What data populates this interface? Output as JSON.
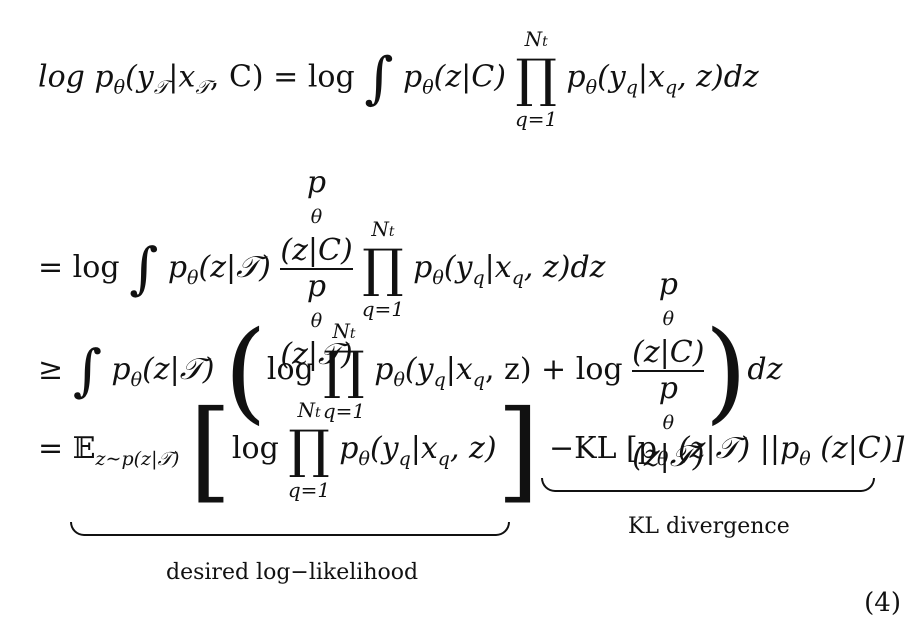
{
  "equation": {
    "number": "(4)",
    "lines": [
      {
        "lhs": "log p",
        "lhs_sub": "θ",
        "lhs_args": "(y",
        "lhs_args_sub": "𝒯",
        "lhs_mid": "|x",
        "lhs_mid_sub": "𝒯",
        "lhs_end": ", C) = log",
        "integral": "∫",
        "t1": "p",
        "t1_sub": "θ",
        "t1_args": "(z|C)",
        "prod": "∏",
        "prod_top": "N",
        "prod_top_sub": "t",
        "prod_bot": "q=1",
        "t2": "p",
        "t2_sub": "θ",
        "t2_a": "(y",
        "t2_a_sub": "q",
        "t2_b": "|x",
        "t2_b_sub": "q",
        "t2_c": ", z)dz"
      },
      {
        "start": "= log",
        "integral": "∫",
        "t1": "p",
        "t1_sub": "θ",
        "t1_args": "(z|𝒯)",
        "frac_num": "p",
        "frac_num_sub": "θ",
        "frac_num_args": "(z|C)",
        "frac_den": "p",
        "frac_den_sub": "θ",
        "frac_den_args": "(z|𝒯)",
        "prod": "∏",
        "prod_top": "N",
        "prod_top_sub": "t",
        "prod_bot": "q=1",
        "t2": "p",
        "t2_sub": "θ",
        "t2_a": "(y",
        "t2_a_sub": "q",
        "t2_b": "|x",
        "t2_b_sub": "q",
        "t2_c": ", z)dz"
      },
      {
        "start": "≥",
        "integral": "∫",
        "t1": "p",
        "t1_sub": "θ",
        "t1_args": "(z|𝒯)",
        "lparen": "(",
        "log1": "log",
        "prod": "∏",
        "prod_top": "N",
        "prod_top_sub": "t",
        "prod_bot": "q=1",
        "t2": "p",
        "t2_sub": "θ",
        "t2_a": "(y",
        "t2_a_sub": "q",
        "t2_b": "|x",
        "t2_b_sub": "q",
        "t2_c": ", z) + log",
        "frac_num": "p",
        "frac_num_sub": "θ",
        "frac_num_args": "(z|C)",
        "frac_den": "p",
        "frac_den_sub": "θ",
        "frac_den_args": "(z|𝒯)",
        "rparen": ")",
        "end": "dz"
      },
      {
        "start": "= 𝔼",
        "start_sub": "z∼p(z|𝒯)",
        "lbrack": "[",
        "log1": "log",
        "prod": "∏",
        "prod_top": "N",
        "prod_top_sub": "t",
        "prod_bot": "q=1",
        "t2": "p",
        "t2_sub": "θ",
        "t2_a": "(y",
        "t2_a_sub": "q",
        "t2_b": "|x",
        "t2_b_sub": "q",
        "t2_c": ", z)",
        "rbrack": "]",
        "minus": "−",
        "kl": "KL [p",
        "kl_sub1": "θ",
        "kl_mid": " (z|𝒯) ||p",
        "kl_sub2": "θ",
        "kl_end": " (z|C)]"
      }
    ],
    "annotations": {
      "left_brace_label": "desired log−likelihood",
      "right_brace_label": "KL divergence"
    }
  }
}
